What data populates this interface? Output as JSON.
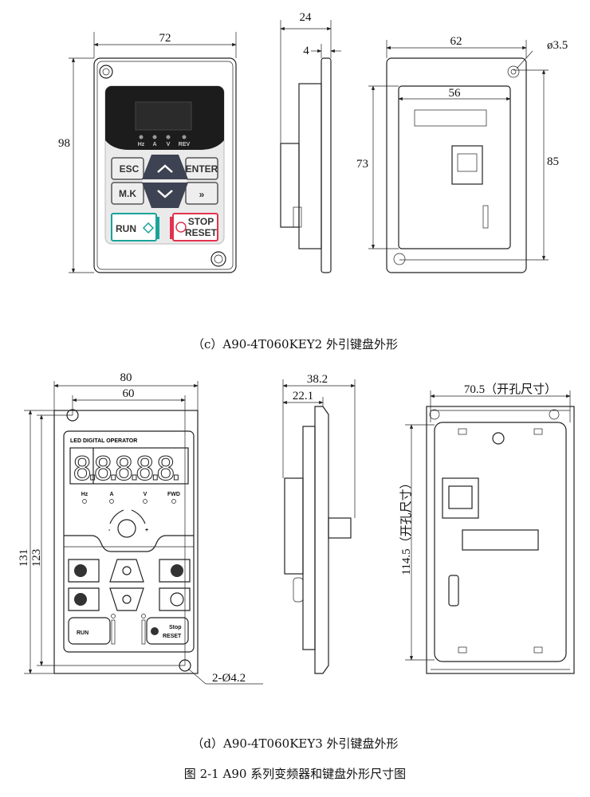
{
  "figure_c": {
    "caption": "（c）A90-4T060KEY2 外引键盘外形",
    "front": {
      "width": "72",
      "height": "98",
      "leds": [
        "Hz",
        "A",
        "V",
        "REV"
      ],
      "buttons": {
        "esc": "ESC",
        "enter": "ENTER",
        "mk": "M.K",
        "shift": "»",
        "run": "RUN",
        "stop": "STOP",
        "reset": "RESET"
      }
    },
    "side": {
      "depth": "24",
      "plate": "4"
    },
    "back": {
      "width": "62",
      "inner_width": "56",
      "inner_height": "73",
      "hole_height": "85",
      "hole_dia": "ø3.5"
    }
  },
  "figure_d": {
    "caption": "（d）A90-4T060KEY3 外引键盘外形",
    "front": {
      "width": "80",
      "hole_span": "60",
      "height": "131",
      "hole_height": "123",
      "holes": "2-Ø4.2",
      "panel_label": "LED DIGITAL OPERATOR",
      "digits": "8.8.8.8.8.",
      "leds": [
        "Hz",
        "A",
        "V",
        "FWD"
      ],
      "knob_minus": "-",
      "knob_plus": "+",
      "buttons": {
        "run": "RUN",
        "stop": "Stop",
        "reset": "RESET"
      }
    },
    "side": {
      "depth": "38.2",
      "front_depth": "22.1"
    },
    "back": {
      "cutout_width": "70.5（开孔尺寸）",
      "cutout_height": "114.5（开孔尺寸）"
    }
  },
  "figure_caption": "图 2-1 A90 系列变频器和键盘外形尺寸图",
  "colors": {
    "run": "#1aa39a",
    "stop": "#e2324f",
    "keypad_dark": "#1c1c1c",
    "key_dark": "#3d4352"
  }
}
